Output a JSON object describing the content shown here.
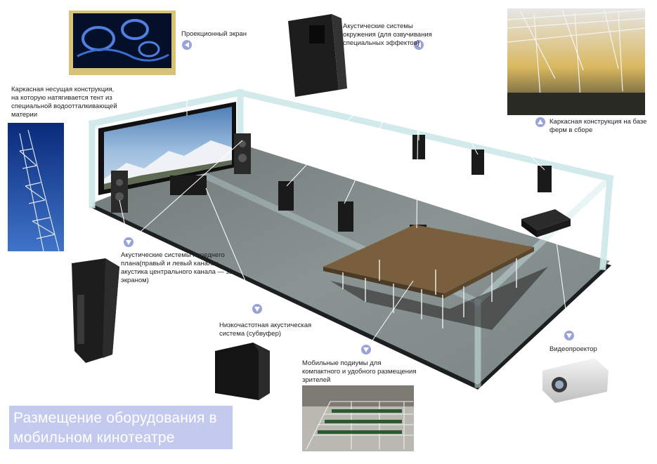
{
  "labels": {
    "screen": "Проекционный экран",
    "surround": [
      "Акустические системы",
      "окружения (для озвучивания",
      "специальных эффектов)"
    ],
    "frame_tent": [
      "Каркасная несущая конструкция,",
      "на которую натягивается тент из",
      "специальной водоотталкивающей",
      "материи"
    ],
    "frame_assembled": [
      "Каркасная конструкция на базе",
      "ферм в сборе"
    ],
    "front_speakers": [
      "Акустические системы переднего",
      "плана(правый и левый каналы;",
      "акустика центрального канала — за",
      "экраном)"
    ],
    "subwoofer": [
      "Низкочастотная акустическая",
      "система (субвуфер)"
    ],
    "podiums": [
      "Мобильные подиумы для",
      "компактного и удобного размещения",
      "зрителей"
    ],
    "projector": "Видеопроектор"
  },
  "title": [
    "Размещение оборудования в",
    "мобильном кинотеатре"
  ],
  "colors": {
    "marker": "#9aa3d8",
    "title_box": "#c4c9ee",
    "frame": "#cfe8ea",
    "floor": "#7f8a88"
  }
}
